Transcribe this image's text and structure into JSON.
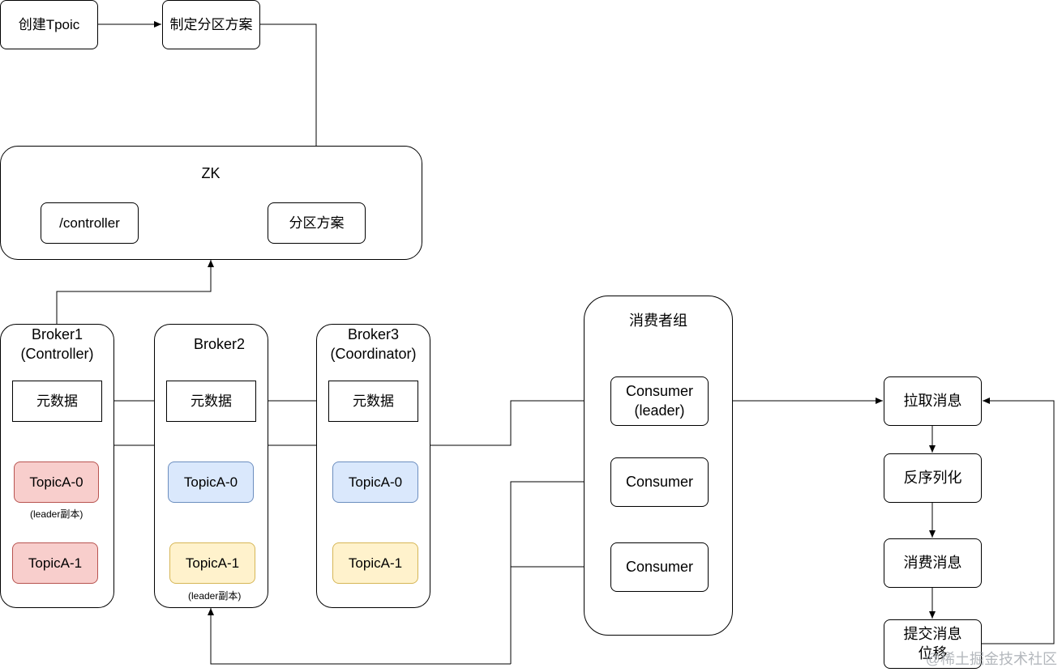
{
  "top": {
    "create_topic": "创建Tpoic",
    "plan_partition": "制定分区方案"
  },
  "zk": {
    "title": "ZK",
    "controller": "/controller",
    "partition_plan": "分区方案"
  },
  "brokers": [
    {
      "title_line1": "Broker1",
      "title_line2": "(Controller)",
      "metadata": "元数据",
      "p0": "TopicA-0",
      "p0_note": "(leader副本)",
      "p1": "TopicA-1"
    },
    {
      "title_line1": "Broker2",
      "metadata": "元数据",
      "p0": "TopicA-0",
      "p1": "TopicA-1",
      "p1_note": "(leader副本)"
    },
    {
      "title_line1": "Broker3",
      "title_line2": "(Coordinator)",
      "metadata": "元数据",
      "p0": "TopicA-0",
      "p1": "TopicA-1"
    }
  ],
  "consumer_group": {
    "title": "消费者组",
    "leader_line1": "Consumer",
    "leader_line2": "(leader)",
    "consumer2": "Consumer",
    "consumer3": "Consumer"
  },
  "flow": {
    "fetch": "拉取消息",
    "deserialize": "反序列化",
    "consume": "消费消息",
    "commit_line1": "提交消息",
    "commit_line2": "位移"
  },
  "watermark": "@稀土掘金技术社区",
  "colors": {
    "red_fill": "#f8cecc",
    "blue_fill": "#dae8fc",
    "yellow_fill": "#fff2cc"
  }
}
